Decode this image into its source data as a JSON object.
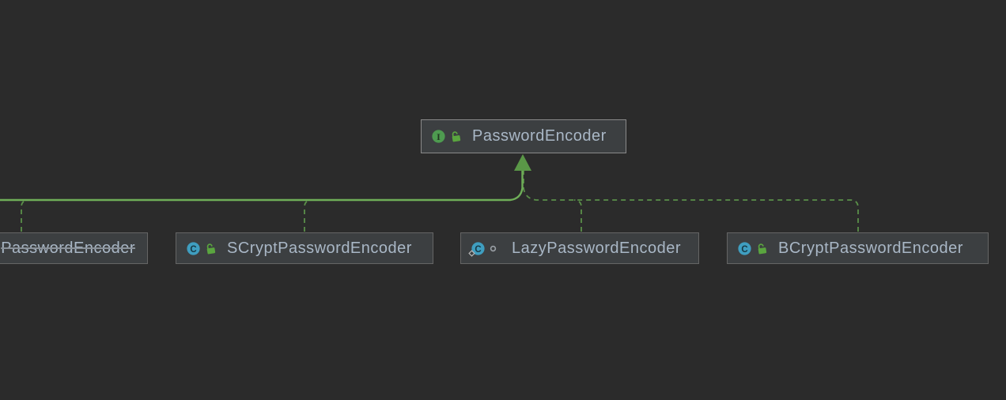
{
  "nodes": {
    "parent": {
      "label": "PasswordEncoder",
      "kind": "interface",
      "kind_letter": "I",
      "visibility": "public"
    },
    "children": [
      {
        "label": "PasswordEncoder",
        "deprecated": true
      },
      {
        "label": "SCryptPasswordEncoder",
        "kind": "class",
        "kind_letter": "C",
        "visibility": "public"
      },
      {
        "label": "LazyPasswordEncoder",
        "kind": "class",
        "kind_letter": "C",
        "visibility": "package-private",
        "static": true
      },
      {
        "label": "BCryptPasswordEncoder",
        "kind": "class",
        "kind_letter": "C",
        "visibility": "public"
      }
    ]
  },
  "edges": {
    "relation": "implements-realization",
    "arrow_direction": "up",
    "solid_color": "#6fae58",
    "dashed_color": "#5a8f49",
    "arrow_fill": "#5a9747"
  },
  "colors": {
    "canvas_bg": "#2b2b2b",
    "node_bg": "#3c3f41",
    "node_border": "#656565",
    "parent_node_border": "#8a8a8a",
    "node_text": "#a9b7c6",
    "interface_icon_green": "#4e9b50",
    "class_icon_blue": "#3f9ec0",
    "public_lock_green": "#5aa53f",
    "package_local_gray": "#9aa0a6"
  }
}
